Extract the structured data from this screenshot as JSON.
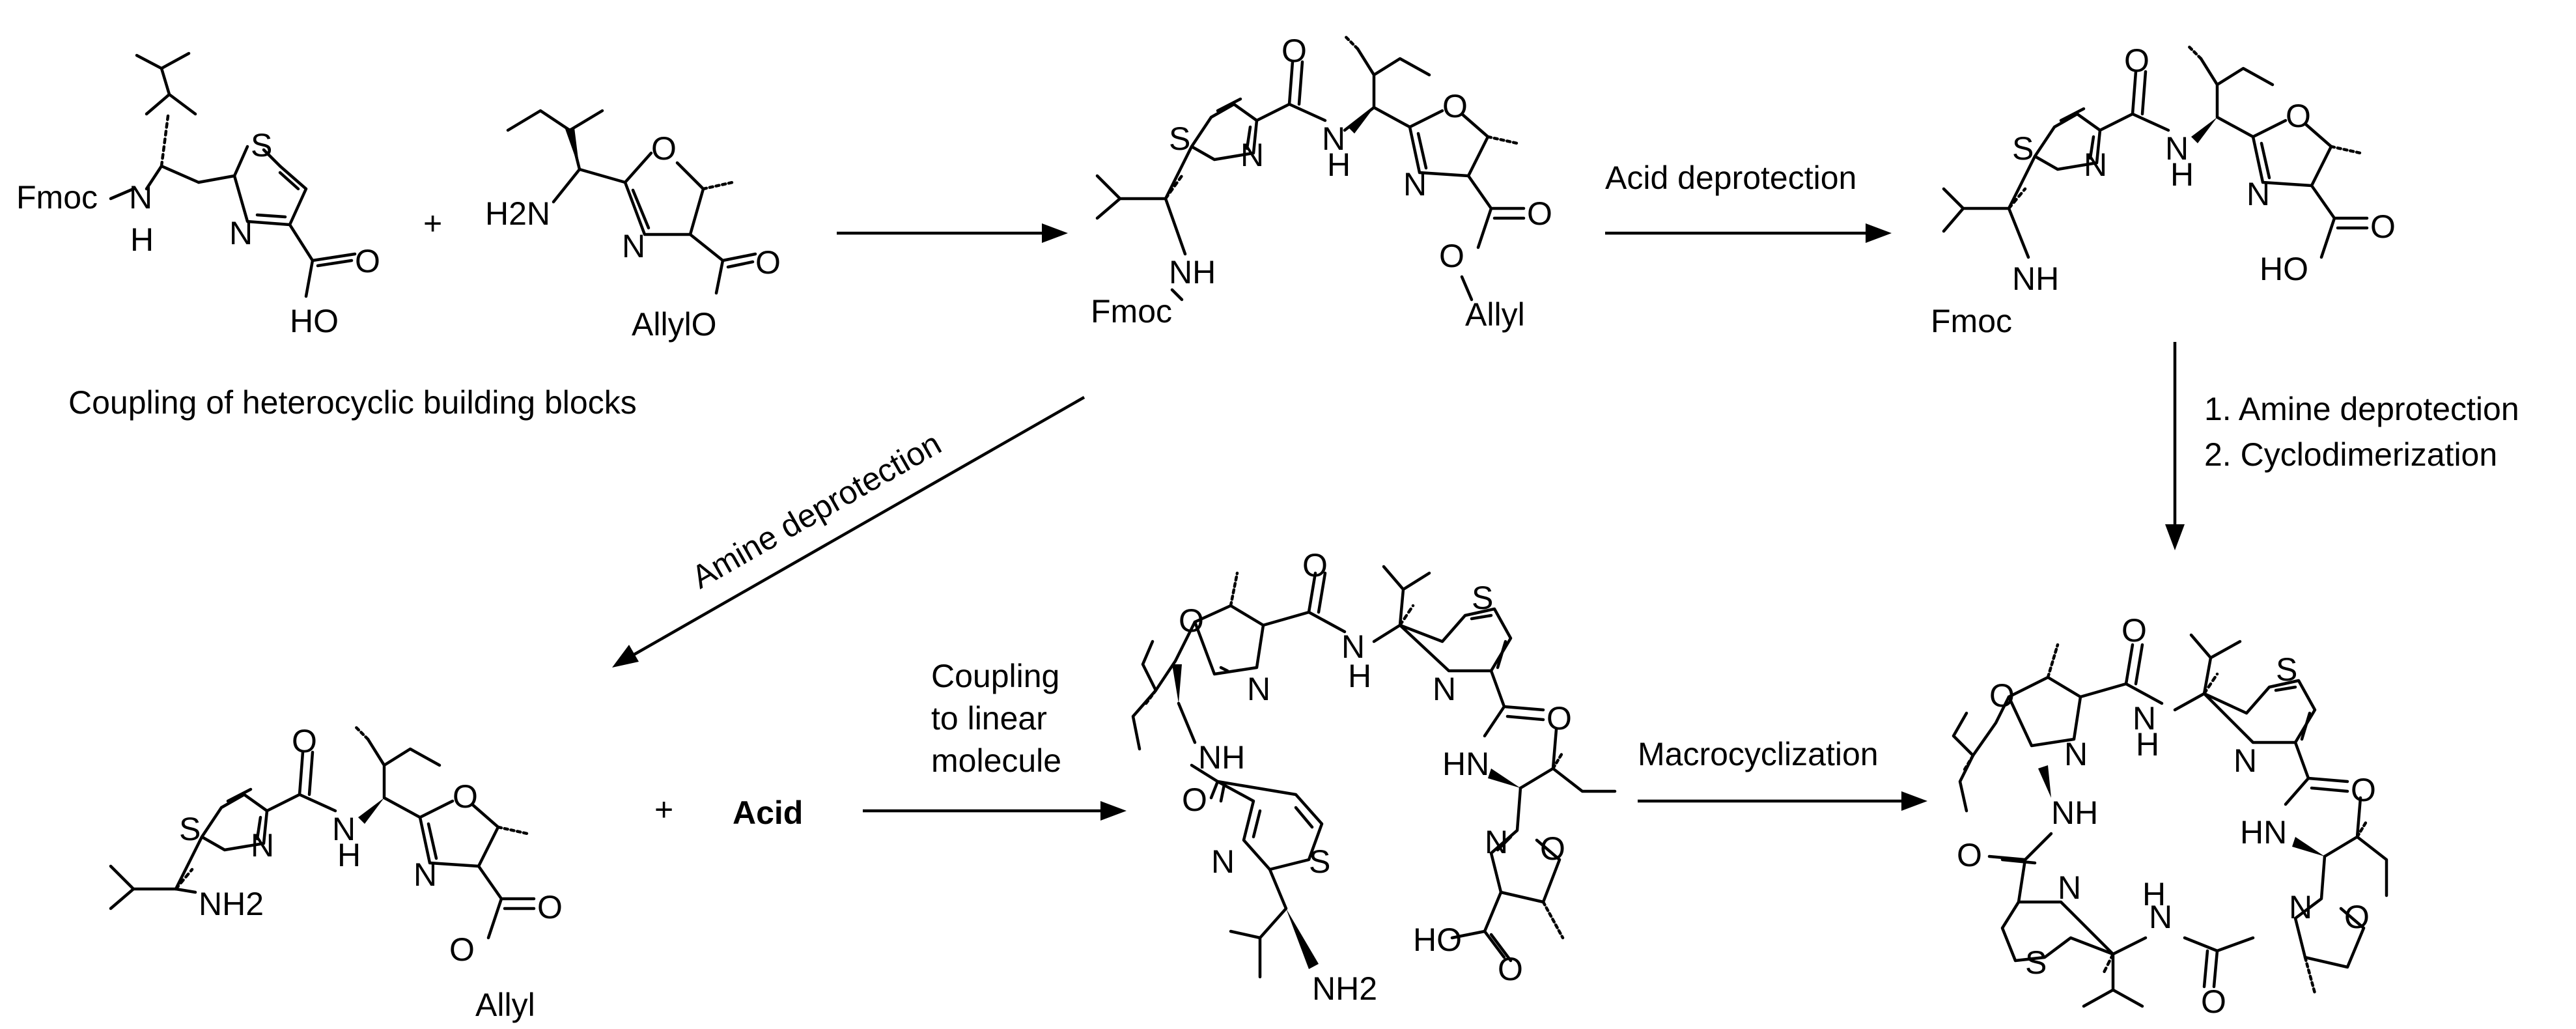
{
  "labels": {
    "coupling_blocks": "Coupling of heterocyclic building blocks",
    "acid_deprotection": "Acid deprotection",
    "amine_deprotection_diag": "Amine deprotection",
    "step1": "1. Amine deprotection",
    "step2": "2. Cyclodimerization",
    "coupling_line1": "Coupling",
    "coupling_line2": "to linear",
    "coupling_line3": "molecule",
    "macrocyclization": "Macrocyclization",
    "plus": "+",
    "acid": "Acid"
  },
  "atoms": {
    "fmoc": "Fmoc",
    "nh": "NH",
    "n": "N",
    "h": "H",
    "s": "S",
    "o": "O",
    "ho": "HO",
    "h2n": "H2N",
    "nh2": "NH2",
    "allyl": "Allyl",
    "allylo": "AllylO",
    "hn": "HN"
  }
}
